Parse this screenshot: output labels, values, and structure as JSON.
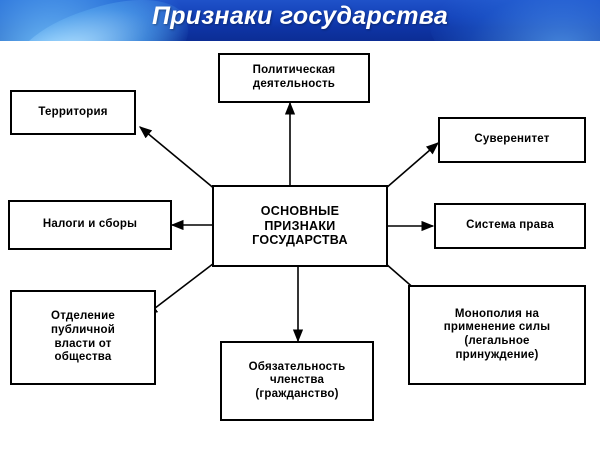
{
  "header": {
    "title": "Признаки государства"
  },
  "diagram": {
    "type": "hub-and-spoke",
    "center": {
      "id": "center",
      "label": "ОСНОВНЫЕ\nПРИЗНАКИ\nГОСУДАРСТВА"
    },
    "nodes": [
      {
        "id": "territory",
        "label": "Территория"
      },
      {
        "id": "political-activity",
        "label": "Политическая\nдеятельность"
      },
      {
        "id": "sovereignty",
        "label": "Суверенитет"
      },
      {
        "id": "taxes",
        "label": "Налоги и сборы"
      },
      {
        "id": "law-system",
        "label": "Система права"
      },
      {
        "id": "public-power",
        "label": "Отделение\nпубличной\nвласти от\nобщества"
      },
      {
        "id": "membership",
        "label": "Обязательность\nчленства\n(гражданство)"
      },
      {
        "id": "force-monopoly",
        "label": "Монополия на\nприменение силы\n(легальное\nпринуждение)"
      }
    ]
  },
  "colors": {
    "banner_blue": "#1340b8",
    "banner_text": "#ffffff",
    "node_border": "#000000",
    "node_fill": "#ffffff",
    "arrow": "#000000"
  }
}
